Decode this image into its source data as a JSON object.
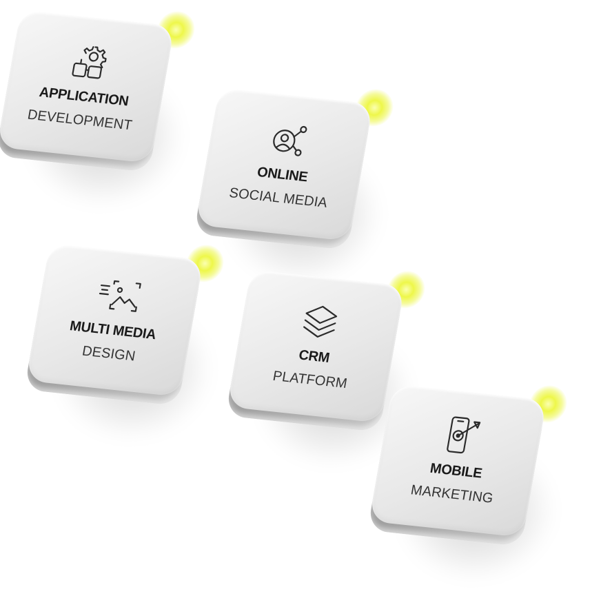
{
  "tiles": [
    {
      "title": "APPLICATION",
      "subtitle": "DEVELOPMENT",
      "icon": "gear-puzzle-icon"
    },
    {
      "title": "ONLINE",
      "subtitle": "SOCIAL MEDIA",
      "icon": "user-network-icon"
    },
    {
      "title": "MULTI MEDIA",
      "subtitle": "DESIGN",
      "icon": "image-frame-icon"
    },
    {
      "title": "CRM",
      "subtitle": "PLATFORM",
      "icon": "layers-icon"
    },
    {
      "title": "MOBILE",
      "subtitle": "MARKETING",
      "icon": "phone-target-icon"
    }
  ],
  "colors": {
    "glow": "#eef74a",
    "tile_face": "#ececec",
    "tile_side": "#a8a8a8",
    "text_dark": "#1a1a1a"
  }
}
